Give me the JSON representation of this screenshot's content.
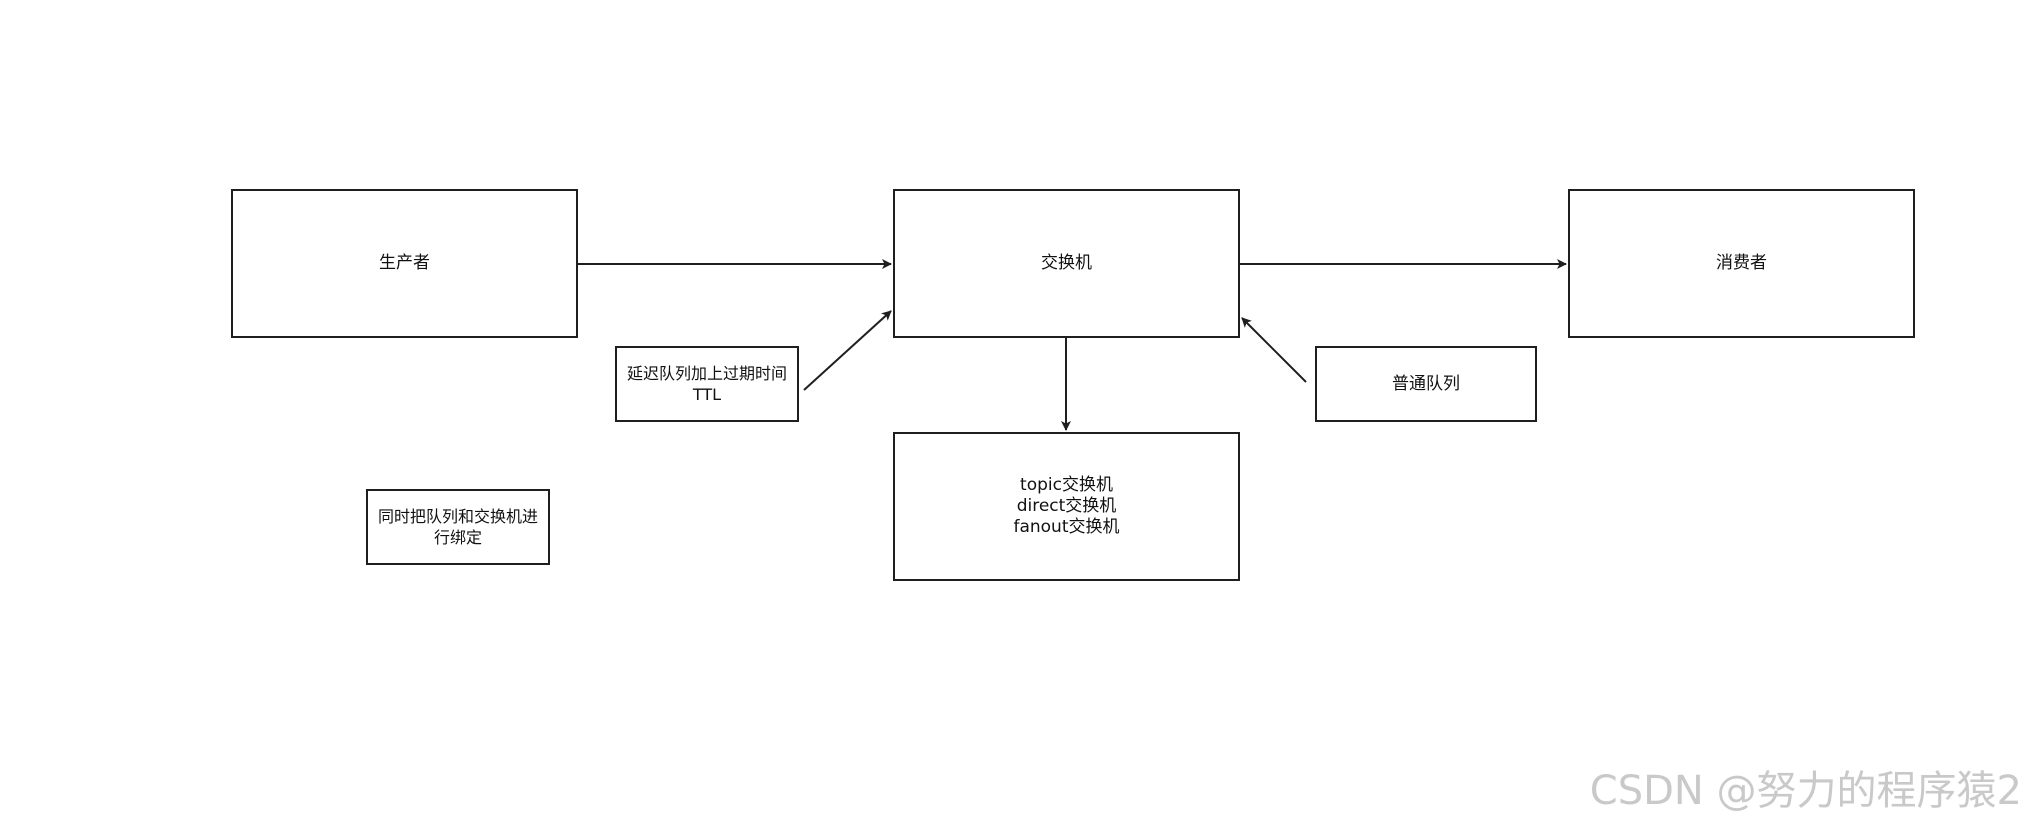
{
  "nodes": {
    "producer": {
      "label": "生产者"
    },
    "exchange": {
      "label": "交换机"
    },
    "consumer": {
      "label": "消费者"
    },
    "delay_queue": {
      "lines": [
        "延迟队列加上过期时间",
        "TTL"
      ]
    },
    "normal_queue": {
      "label": "普通队列"
    },
    "exchange_types": {
      "lines": [
        "topic交换机",
        "direct交换机",
        "fanout交换机"
      ]
    },
    "binding_note": {
      "lines": [
        "同时把队列和交换机进",
        "行绑定"
      ]
    }
  },
  "edges": [
    {
      "from": "producer",
      "to": "exchange"
    },
    {
      "from": "exchange",
      "to": "consumer"
    },
    {
      "from": "exchange",
      "to": "exchange_types"
    },
    {
      "from": "delay_queue",
      "to": "exchange"
    },
    {
      "from": "normal_queue",
      "to": "exchange"
    }
  ],
  "colors": {
    "stroke": "#1f1f1f",
    "text": "#111111",
    "watermark": "#c9c9c9"
  },
  "watermark": "CSDN @努力的程序猿2"
}
